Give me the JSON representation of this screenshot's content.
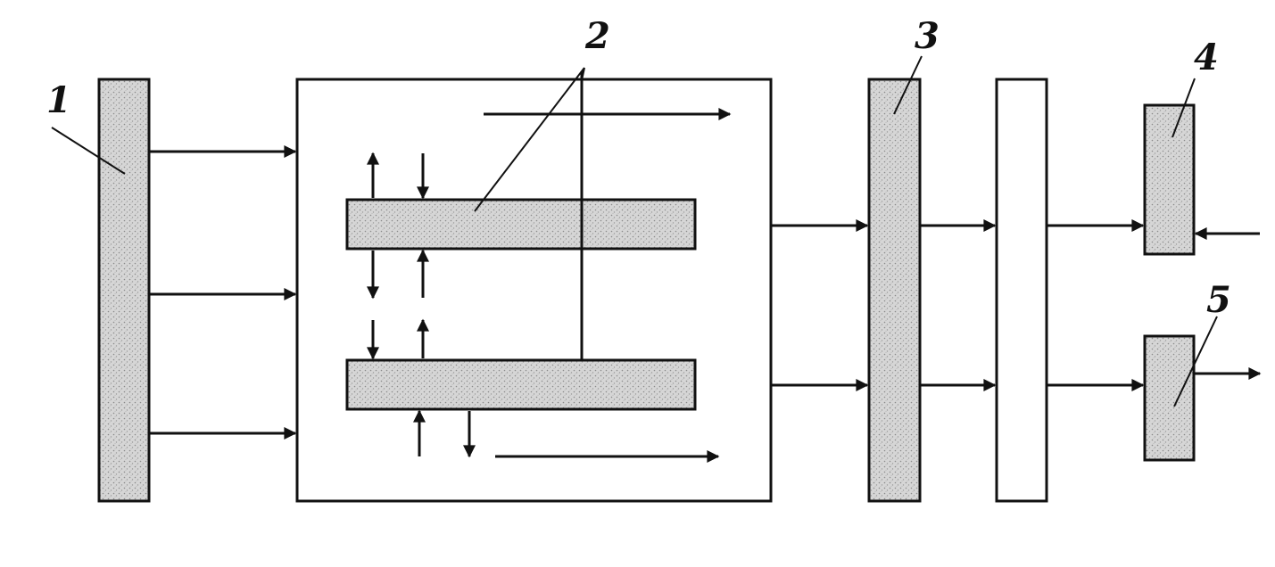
{
  "diagram": {
    "labels": {
      "one": "1",
      "two": "2",
      "three": "3",
      "four": "4",
      "five": "5"
    },
    "colors": {
      "ink": "#111111",
      "shaded_fill": "#d2d2d2",
      "blank_fill": "#ffffff"
    }
  }
}
